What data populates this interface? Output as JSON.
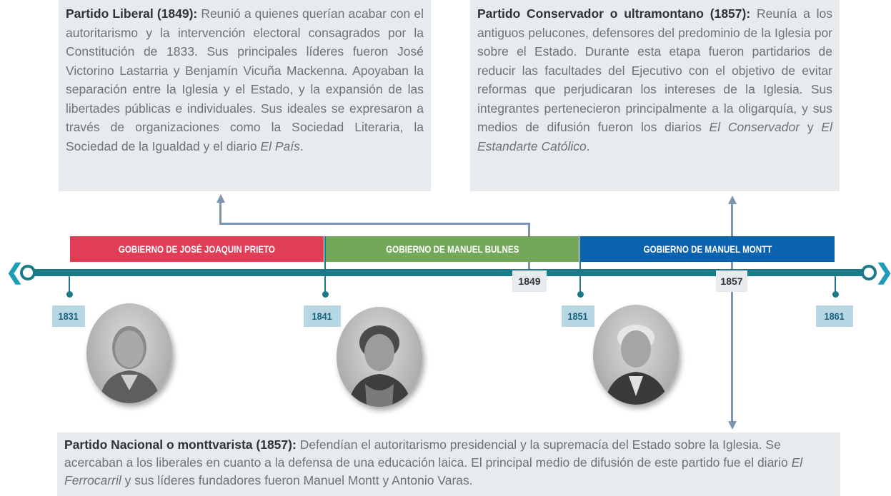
{
  "liberal": {
    "heading": "Partido Liberal (1849):",
    "text": "Reunió a quienes querían acabar con el autoritarismo y la intervención electoral consagrados por la Constitución de 1833. Sus principales líderes fueron José Victorino Lastarria y Benjamín Vicuña Mackenna. Apoyaban la separación entre la Iglesia y el Estado, y la expansión de las libertades públicas e individuales. Sus ideales se expresaron a través de organizaciones como la Sociedad Literaria, la Sociedad de la Igualdad y el diario ",
    "italic": "El País",
    "end": "."
  },
  "conservador": {
    "heading": "Partido Conservador o ultramontano (1857):",
    "text": "Reunía a los antiguos pelucones, defensores del predominio de la Iglesia por sobre el Estado. Durante esta etapa fueron partidarios de reducir las facultades del Ejecutivo con el objetivo de evitar reformas que perjudicaran los intereses de la Iglesia. Sus integrantes pertenecieron principalmente a la oligarquía, y sus medios de difusión fueron los diarios ",
    "italic1": "El Conservador",
    "mid": " y ",
    "italic2": "El Estandarte Católico",
    "end": "."
  },
  "nacional": {
    "heading": "Partido Nacional o monttvarista (1857):",
    "text": "Defendían el autoritarismo presidencial y la supremacía del Estado sobre la Iglesia. Se acercaban a los liberales en cuanto a la defensa de una educación laica. El principal medio de difusión de este partido fue el diario ",
    "italic": "El Ferrocarril",
    "end": " y sus líderes fundadores fueron Manuel Montt y Antonio Varas."
  },
  "governments": [
    {
      "label": "GOBIERNO DE JOSÉ JOAQUIN PRIETO",
      "color": "#e03d57"
    },
    {
      "label": "GOBIERNO DE MANUEL BULNES",
      "color": "#73a75a"
    },
    {
      "label": "GOBIERNO DE MANUEL MONTT",
      "color": "#0b63b0"
    }
  ],
  "years": {
    "y1831": "1831",
    "y1841": "1841",
    "y1849": "1849",
    "y1851": "1851",
    "y1857": "1857",
    "y1861": "1861"
  },
  "colors": {
    "axis": "#1a7a8a",
    "year_badge": "#b8d7e4",
    "text_box": "#e7ebee",
    "connector": "#7a95ad"
  }
}
